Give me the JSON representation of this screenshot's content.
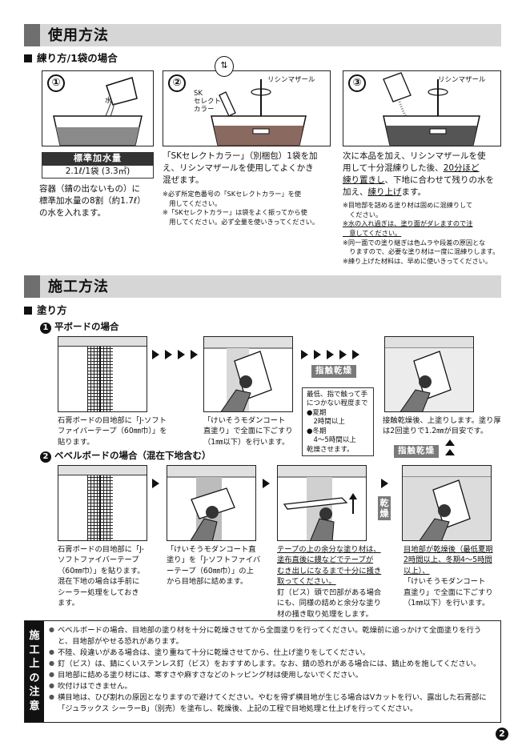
{
  "section1": {
    "title": "使用方法",
    "subheading": "練り方/1袋の場合",
    "step1": {
      "num": "①",
      "label_water": "水",
      "std_label": "標準加水量",
      "std_value": "2.1ℓ/1袋 (3.3㎡)",
      "text": [
        "容器（錆の出ないもの）に",
        "標準加水量の8割（約1.7ℓ）",
        "の水を入れます。"
      ]
    },
    "step2": {
      "num": "②",
      "label_mixer": "リシンマザール",
      "label_sk": [
        "SK",
        "セレクト",
        "カラー"
      ],
      "text": [
        "「SKセレクトカラー」（別梱包）1袋を加",
        "え、リシンマザールを使用してよくかき",
        "混ぜます。"
      ],
      "notes": [
        "※必ず所定色番号の「SKセレクトカラー」を使",
        "　用してください。",
        "※「SKセレクトカラー」は袋をよく振ってから使",
        "　用してください。必ず全量を使いきってください。"
      ]
    },
    "step3": {
      "num": "③",
      "label_mixer": "リシンマザール",
      "text_1": "次に本品を加え、リシンマザールを使",
      "text_2": "用して十分混練りした後、",
      "text_2u": "20分ほど",
      "text_3u": "練り置きし",
      "text_3": "、下地に合わせて残りの水を",
      "text_4": "加え、",
      "text_4u": "練り上げ",
      "text_4b": "ます。",
      "notes": [
        "※目地部を詰める塗り材は固めに混練りして",
        "　ください。"
      ],
      "note_water_a": "※水の入れ過ぎは、塗り面がダレますので注",
      "note_water_b": "　意してください。",
      "notes2": [
        "※同一面での塗り継ぎは色ムラや段差の原因とな",
        "　りますので、必要な塗り材は一度に混練りします。",
        "※練り上げた材料は、早めに使いきってください。"
      ]
    }
  },
  "section2": {
    "title": "施工方法",
    "subheading": "塗り方",
    "flat": {
      "num": "1",
      "heading": "平ボードの場合",
      "cap1": [
        "石膏ボードの目地部に「J-ソフト",
        "ファイバーテープ（60㎜巾）」を",
        "貼ります。"
      ],
      "cap2": [
        "「けいそうモダンコート",
        "直塗り」で全面に下ごすり",
        "（1㎜以下）を行います。"
      ],
      "badge": "指触乾燥",
      "box": [
        "最低、指で触って手",
        "につかない程度まで"
      ],
      "box_summer": "●夏期",
      "box_summer_v": "　2時間以上",
      "box_winter": "●冬期",
      "box_winter_v": "　4〜5時間以上",
      "box_end": "乾燥させます。",
      "cap3": [
        "接触乾燥後、上塗りします。塗り厚",
        "は2回塗りで1.2㎜が目安です。"
      ],
      "badge2": "指触乾燥"
    },
    "bevel": {
      "num": "2",
      "heading": "ベベルボードの場合（混在下地含む）",
      "cap1": [
        "石膏ボードの目地部に「J-",
        "ソフトファイバーテープ",
        "（60㎜巾）」を貼ります。",
        "混在下地の場合は手前に",
        "シーラー処理をしておき",
        "ます。"
      ],
      "cap2": [
        "「けいそうモダンコート直",
        "塗り」を「J-ソフトファイバ",
        "ーテープ（60㎜巾）」の上",
        "から目地部に詰めます。"
      ],
      "cap3u": [
        "テープの上の余分な塗り材は、",
        "塗布直後に鏝などでテープが",
        "むき出しになるまで十分に掻き",
        "取ってください。"
      ],
      "cap3": [
        "釘（ビス）頭で凹部がある場合",
        "にも、同様の詰めと余分な塗り",
        "材の掻き取り処理をします。"
      ],
      "dry_badge": [
        "乾",
        "燥"
      ],
      "cap4u": [
        "目地部が乾燥後（最低夏期",
        "2時間以上、冬期4〜5時間",
        "以上）、"
      ],
      "cap4": [
        "「けいそうモダンコート",
        "直塗り」で全面に下ごすり",
        "（1㎜以下）を行います。"
      ]
    }
  },
  "caution": {
    "side": [
      "施",
      "工",
      "上",
      "の",
      "注",
      "意"
    ],
    "items": [
      "ベベルボードの場合、目地部の塗り材を十分に乾燥させてから全面塗りを行ってください。乾燥前に追っかけて全面塗りを行うと、目地部がやせる恐れがあります。",
      "不陸、段違いがある場合は、塗り重ねて十分に乾燥させてから、仕上げ塗りをしてください。",
      "釘（ビス）は、錆にくいステンレス釘（ビス）をおすすめします。なお、錆の恐れがある場合には、錆止めを施してください。",
      "目地部に詰める塗り材には、寒すさや麻すさなどのトッピング材は使用しないでください。",
      "吹付けはできません。",
      "横目地は、ひび割れの原因となりますので避けてください。やむを得ず横目地が生じる場合はVカットを行い、露出した石膏部に「ジュラックス シーラーB」（別売）を塗布し、乾燥後、上記の工程で目地処理と仕上げを行ってください。"
    ]
  },
  "page_number": "2"
}
